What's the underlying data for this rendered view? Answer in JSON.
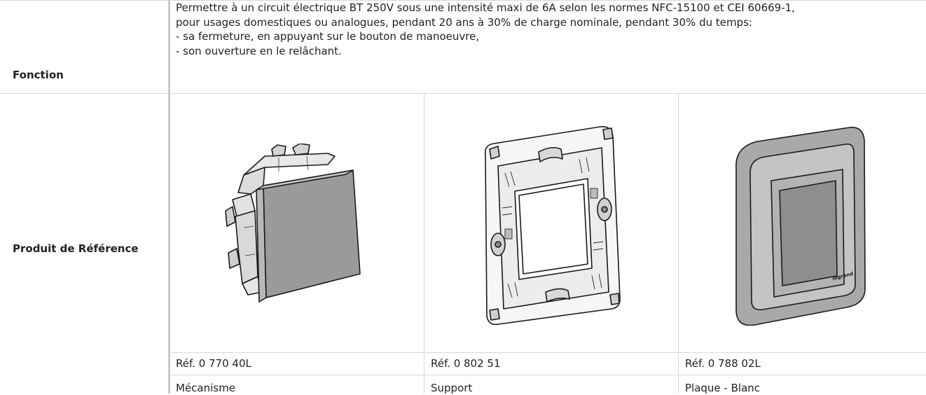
{
  "table": {
    "fonction": {
      "label": "Fonction",
      "lines": [
        "Permettre à un circuit électrique BT 250V sous une intensité maxi de 6A selon les normes NFC-15100 et CEI 60669-1,",
        "pour usages domestiques ou analogues, pendant 20 ans à 30% de charge nominale, pendant 30% du temps:",
        "- sa fermeture, en appuyant sur le bouton de manoeuvre,",
        "- son ouverture en le relâchant."
      ]
    },
    "produit": {
      "label": "Produit de Référence",
      "items": [
        {
          "ref": "Réf. 0 770 40L",
          "name": "Mécanisme",
          "image": "push-button-mechanism"
        },
        {
          "ref": "Réf. 0 802 51",
          "name": "Support",
          "image": "mounting-support-frame"
        },
        {
          "ref": "Réf. 0 788 02L",
          "name": "Plaque  - Blanc",
          "image": "cover-plate"
        }
      ],
      "plate_logo": "legrand"
    }
  },
  "colors": {
    "grid": "#d7d7d7",
    "text": "#231f20"
  }
}
